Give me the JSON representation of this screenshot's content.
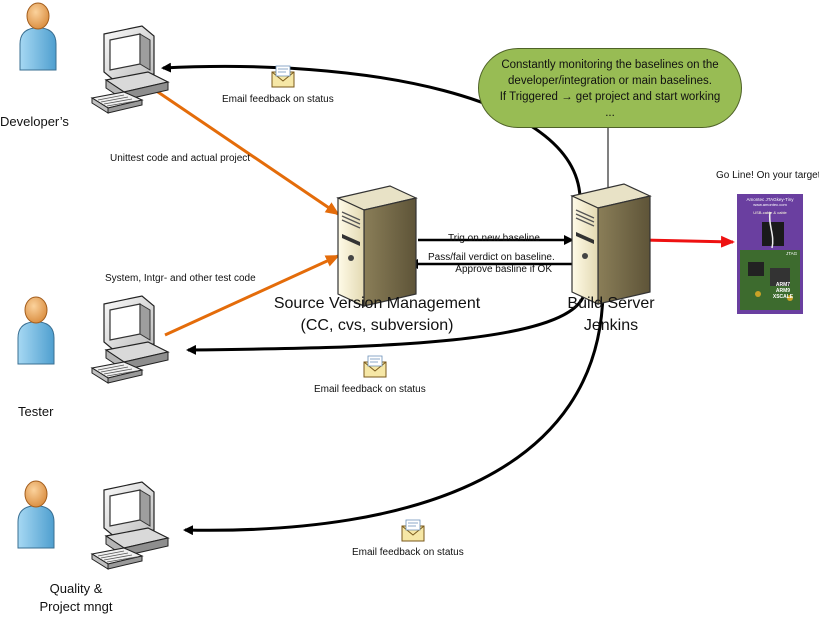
{
  "actors": {
    "developer": "Developer’s",
    "tester": "Tester",
    "quality_line1": "Quality &",
    "quality_line2": "Project mngt"
  },
  "servers": {
    "svm_line1": "Source Version Management",
    "svm_line2": "(CC, cvs, subversion)",
    "build_line1": "Build Server",
    "build_line2": "Jenkins"
  },
  "edges": {
    "email_dev": "Email feedback on status",
    "email_tester": "Email feedback on status",
    "email_quality": "Email feedback on status",
    "unittest": "Unittest code and actual project",
    "system_test": "System, Intgr- and other test code",
    "trig": "Trig on new baseline",
    "verdict_line1": "Pass/fail verdict on baseline.",
    "verdict_line2": "Approve basline if OK",
    "target": "Go Line! On your target"
  },
  "note": {
    "line1": "Constantly monitoring the baselines on the",
    "line2": "developer/integration or main baselines.",
    "line3": "If Triggered → get project and start working",
    "line4": "..."
  },
  "board": {
    "brand": "Amontec JTAGkey-Tiny",
    "url": "www.amontec.com",
    "cable": "USB-cable & cable",
    "chip1": "ARM7",
    "chip2": "ARM9",
    "chip3": "XSCALE",
    "tag": "JTAG"
  },
  "colors": {
    "orange_arrow": "#e46c0a",
    "red_arrow": "#ee1111",
    "note_fill": "#98bc54",
    "person_body": "#7ec3e8",
    "person_head": "#f0b26c"
  }
}
